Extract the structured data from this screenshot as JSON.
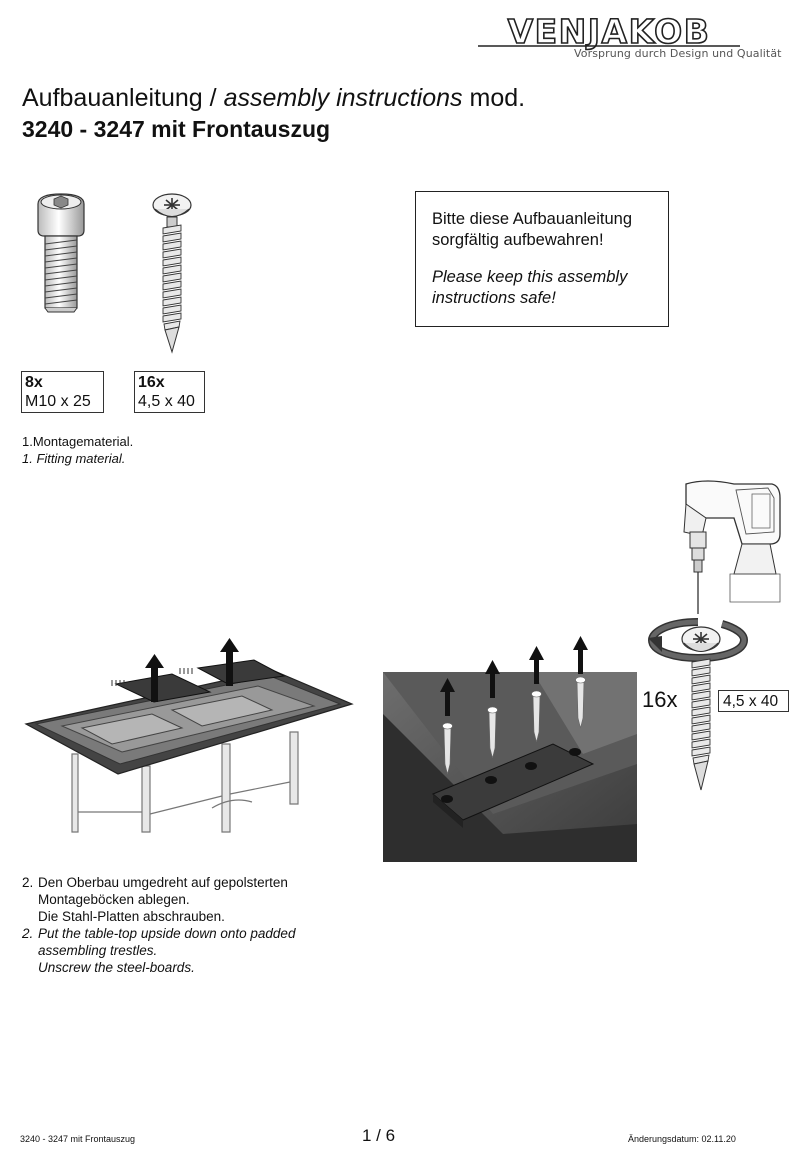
{
  "brand": {
    "name": "VENJAKOB",
    "tagline": "Vorsprung durch Design und Qualität"
  },
  "title": {
    "line1_regular": "Aufbauanleitung / ",
    "line1_italic": "assembly instructions",
    "line1_suffix": " mod.",
    "line2": "3240 - 3247 mit Frontauszug"
  },
  "notice": {
    "de": "Bitte diese Aufbauanleitung sorgfältig aufbewahren!",
    "en": "Please keep this assembly instructions safe!"
  },
  "fittings": [
    {
      "qty": "8x",
      "spec": "M10 x 25",
      "icon": "hex-socket-bolt-icon"
    },
    {
      "qty": "16x",
      "spec": "4,5 x 40",
      "icon": "wood-screw-icon"
    }
  ],
  "step1": {
    "de": "1.Montagematerial.",
    "en": "1. Fitting material."
  },
  "step2": {
    "number": "2.",
    "de_lines": [
      "Den Oberbau umgedreht auf gepolsterten",
      "Montageböcken ablegen.",
      "Die Stahl-Platten abschrauben."
    ],
    "en_lines": [
      "Put the table-top upside down onto padded",
      "assembling trestles.",
      "Unscrew the steel-boards."
    ]
  },
  "detail": {
    "qty": "16x",
    "spec": "4,5 x 40"
  },
  "footer": {
    "left": "3240 - 3247 mit Frontauszug",
    "page": "1 / 6",
    "right": "Änderungsdatum: 02.11.20"
  }
}
